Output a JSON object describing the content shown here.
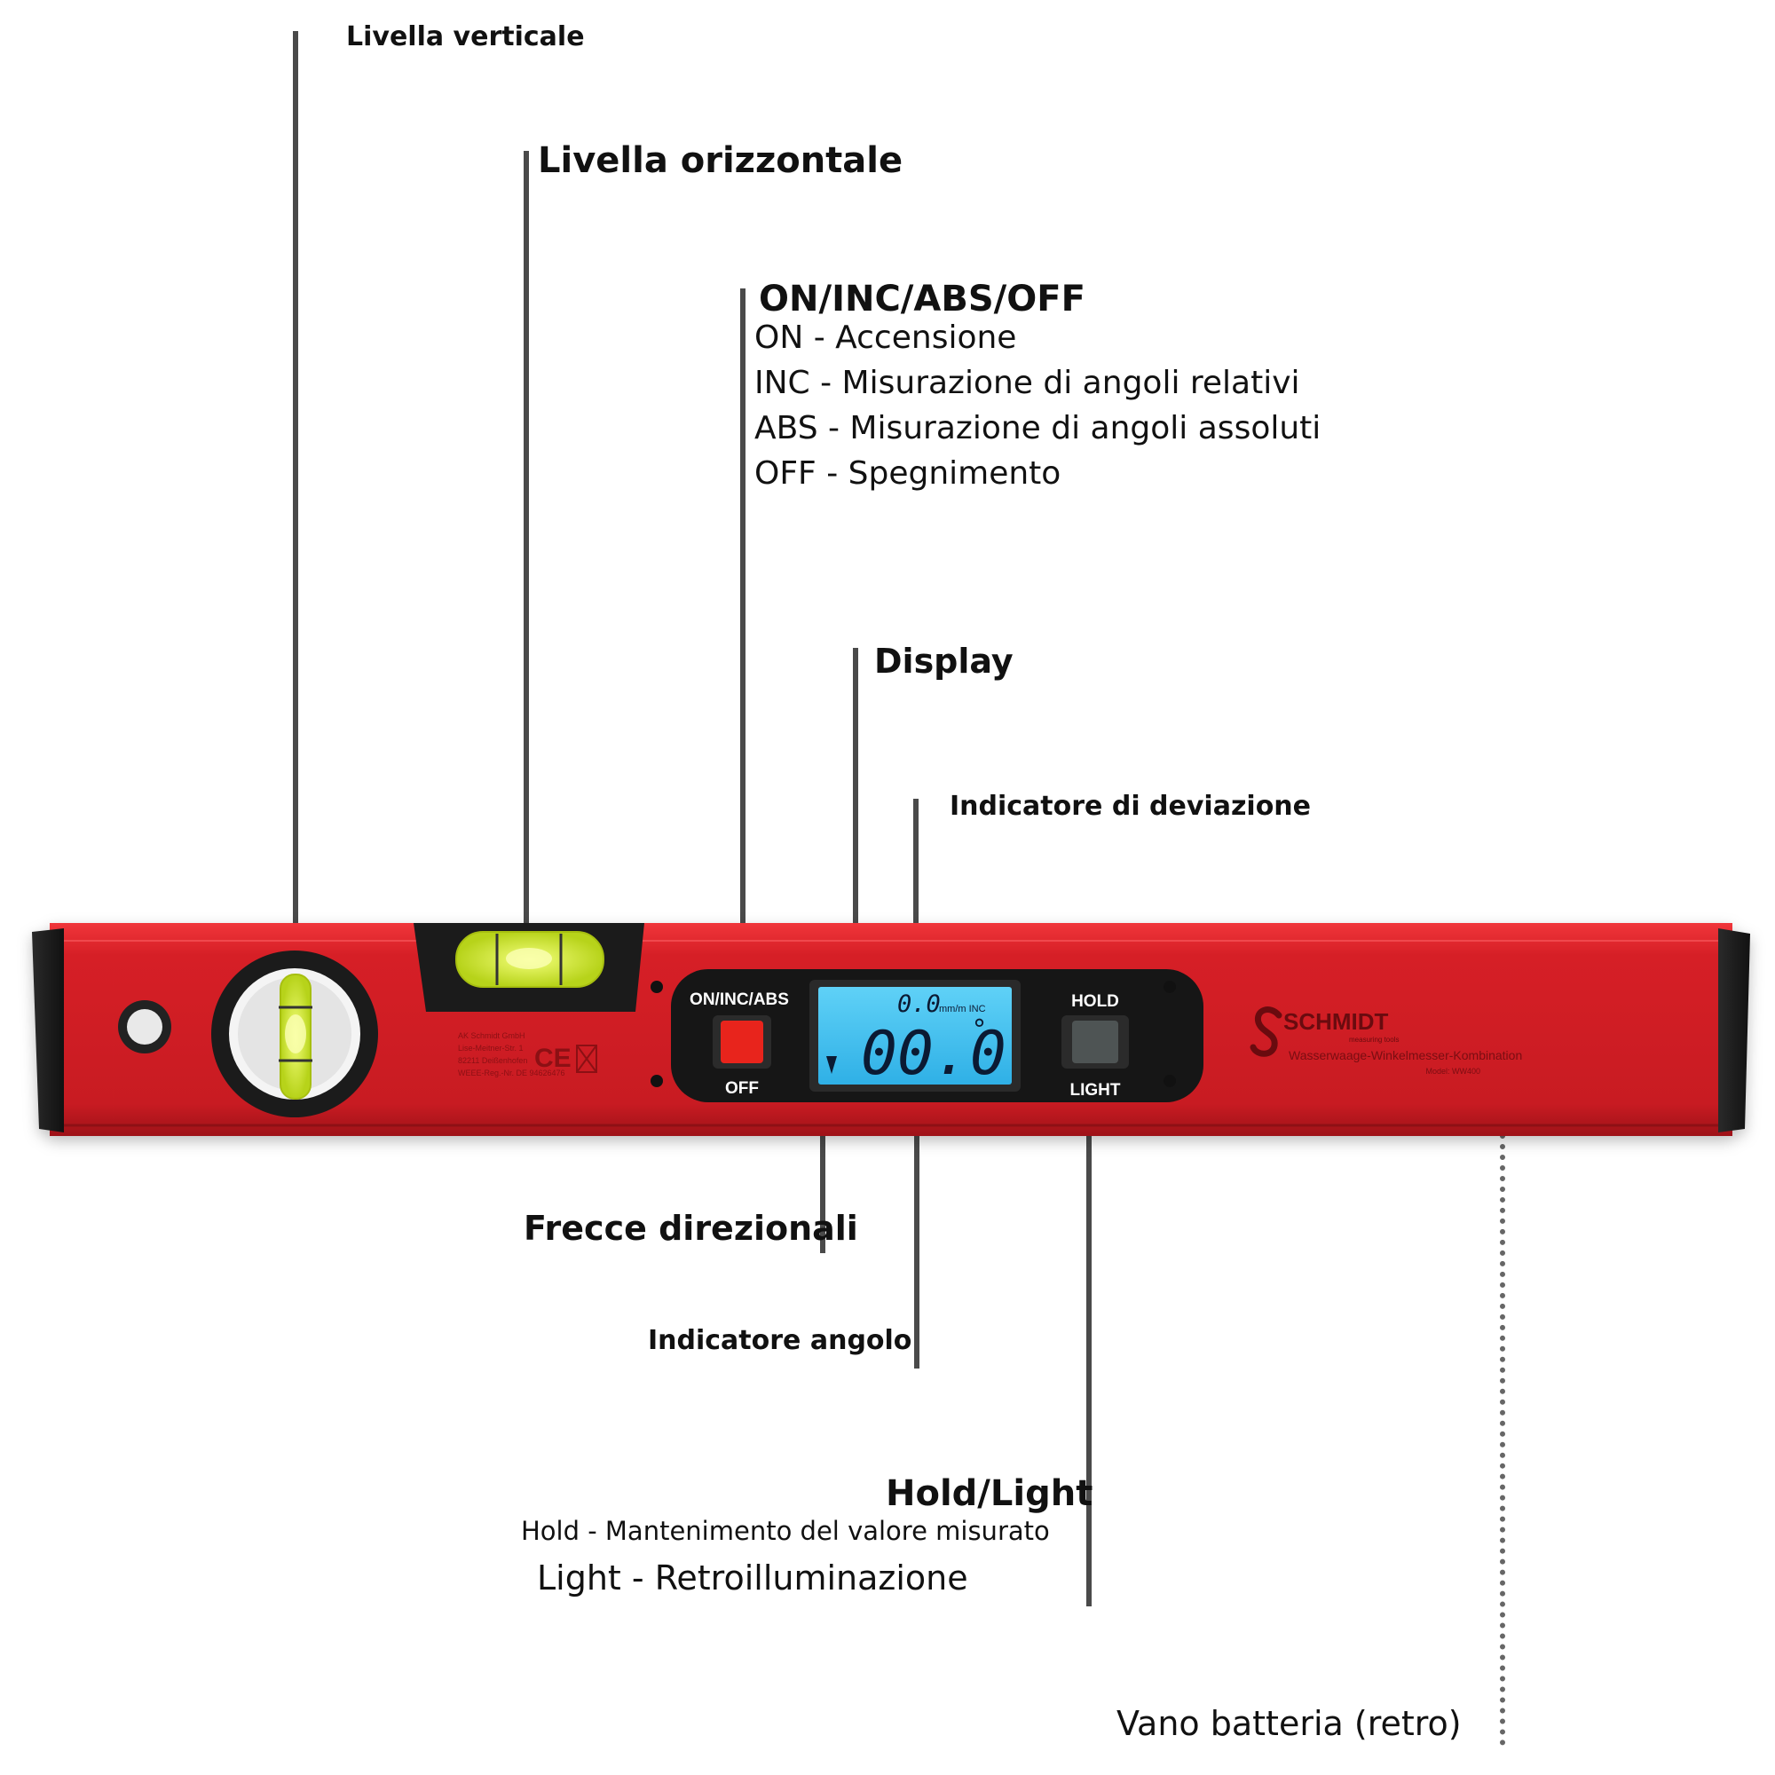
{
  "labels": {
    "vertical_vial": "Livella verticale",
    "horizontal_vial": "Livella orizzontale",
    "power_button_title": "ON/INC/ABS/OFF",
    "power_button_lines": [
      "ON - Accensione",
      "INC - Misurazione di angoli relativi",
      "ABS - Misurazione di angoli assoluti",
      "OFF - Spegnimento"
    ],
    "display": "Display",
    "deviation_indicator": "Indicatore di deviazione",
    "direction_arrows": "Frecce direzionali",
    "angle_indicator": "Indicatore angolo",
    "hold_light_title": "Hold/Light",
    "hold_light_lines": [
      "Hold - Mantenimento del valore misurato",
      "Light - Retroilluminazione"
    ],
    "battery": "Vano batteria (retro)"
  },
  "device": {
    "button_left_top": "ON/INC/ABS",
    "button_left_bottom": "OFF",
    "button_right_top": "HOLD",
    "button_right_bottom": "LIGHT",
    "lcd_small_value": "0.0",
    "lcd_small_unit": "mm/m INC",
    "lcd_main_value": "00.0",
    "lcd_degree": "°",
    "brand": "SCHMIDT",
    "brand_sub": "measuring tools",
    "product_name": "Wasserwaage-Winkelmesser-Kombination",
    "model": "Model: WW400",
    "maker_lines": [
      "AK Schmidt GmbH",
      "Lise-Meitner-Str. 1",
      "82211 Deißenhofen",
      "WEEE-Reg.-Nr. DE 94626476"
    ],
    "ce_mark": "CE"
  },
  "colors": {
    "body_red": "#d61f26",
    "end_cap": "#1a1a1a",
    "lcd_blue": "#3fc1f0",
    "button_red": "#e8241c",
    "button_grey": "#4e5454",
    "vial_green": "#d9f02a",
    "leader_line": "#4a4a4a"
  }
}
